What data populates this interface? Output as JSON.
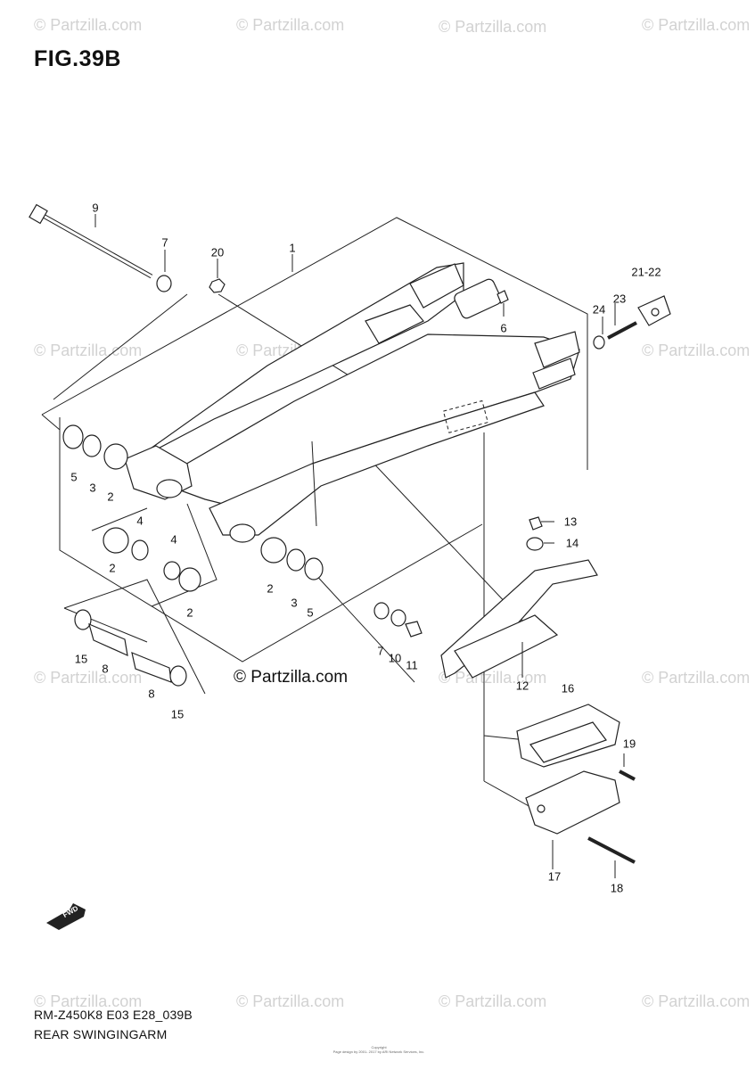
{
  "figure": {
    "title": "FIG.39B",
    "model_code": "RM-Z450K8 E03 E28_039B",
    "caption": "REAR SWINGINGARM",
    "copyright_notice": "© Partzilla.com",
    "fwd_symbol": "FWD",
    "fine_print": [
      "Copyright",
      "Page design by 2001- 2017 by ARI Network Services, Inc."
    ]
  },
  "watermark": "© Partzilla.com",
  "callouts": {
    "c1": "1",
    "c2a": "2",
    "c2b": "2",
    "c2c": "2",
    "c2d": "2",
    "c3a": "3",
    "c3b": "3",
    "c4a": "4",
    "c4b": "4",
    "c5a": "5",
    "c5b": "5",
    "c6": "6",
    "c7a": "7",
    "c7b": "7",
    "c8a": "8",
    "c8b": "8",
    "c9": "9",
    "c10": "10",
    "c11": "11",
    "c12": "12",
    "c13": "13",
    "c14": "14",
    "c15a": "15",
    "c15b": "15",
    "c16": "16",
    "c17": "17",
    "c18": "18",
    "c19": "19",
    "c20": "20",
    "c21_22": "21-22",
    "c23": "23",
    "c24": "24"
  }
}
